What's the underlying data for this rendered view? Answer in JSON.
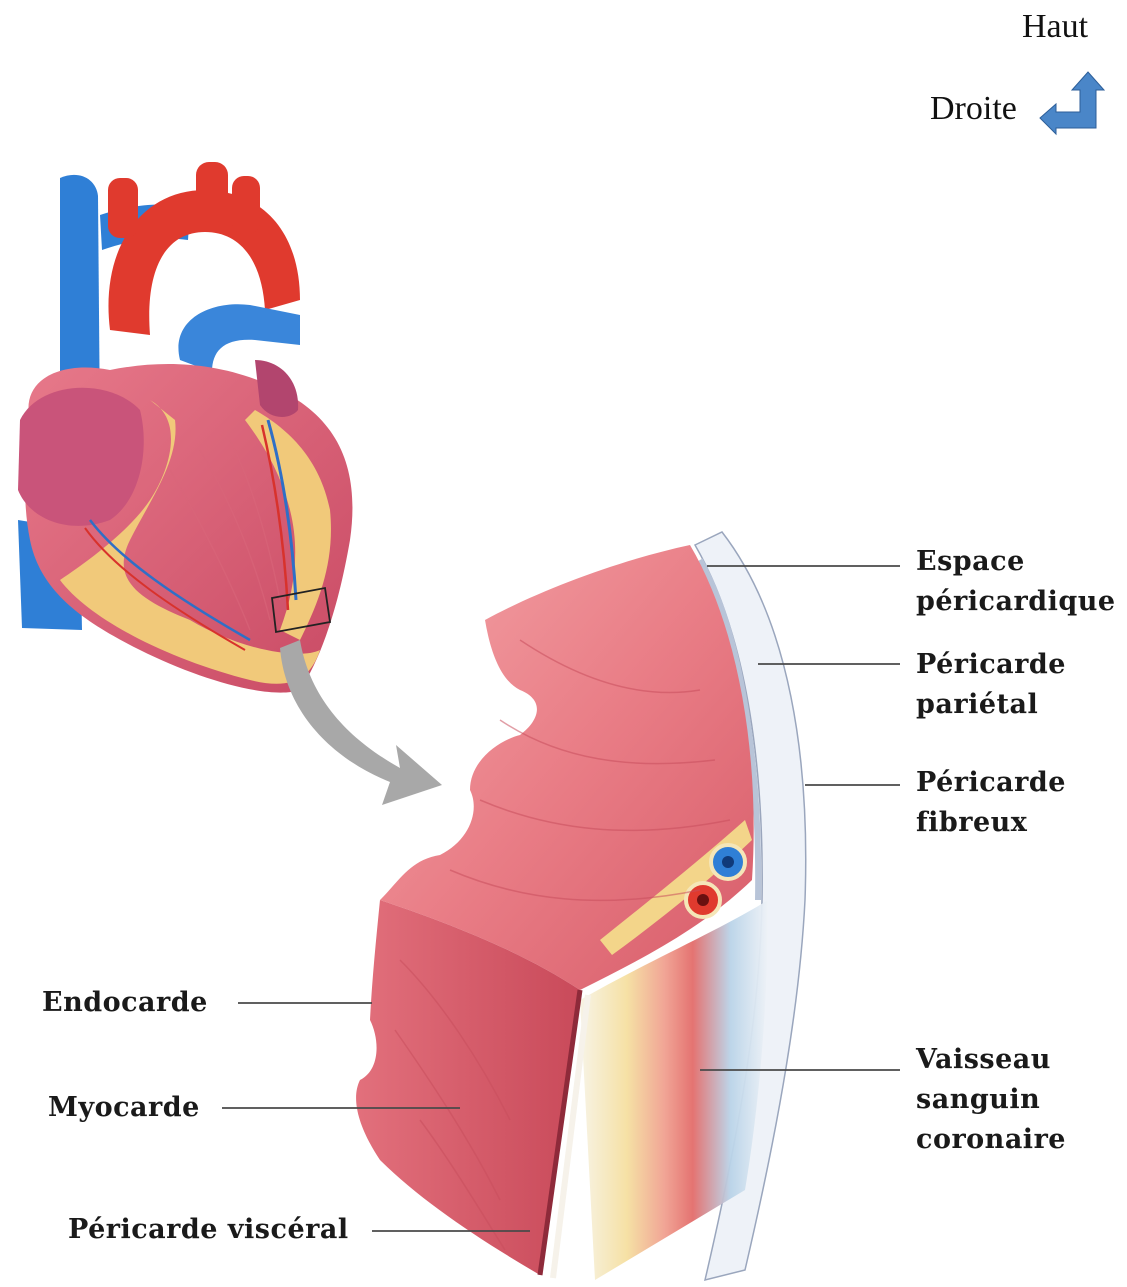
{
  "orientation": {
    "up_label": "Haut",
    "right_label": "Droite",
    "arrow_icon": "corner-up-arrow-icon",
    "arrow_color": "#4a86c8"
  },
  "labels": {
    "espace_pericardique": [
      "Espace",
      "péricardique"
    ],
    "pericarde_parietal": [
      "Péricarde",
      "pariétal"
    ],
    "pericarde_fibreux": [
      "Péricarde",
      "fibreux"
    ],
    "vaisseau_sanguin": [
      "Vaisseau",
      "sanguin",
      "coronaire"
    ],
    "endocarde": "Endocarde",
    "myocarde": "Myocarde",
    "pericarde_visceral": "Péricarde viscéral"
  },
  "colors": {
    "vein_blue": "#2f7fd6",
    "artery_red": "#e03a2e",
    "muscle_pink": "#e9808a",
    "fat_yellow": "#f1c97a",
    "pericardium": "#e8edf5"
  }
}
